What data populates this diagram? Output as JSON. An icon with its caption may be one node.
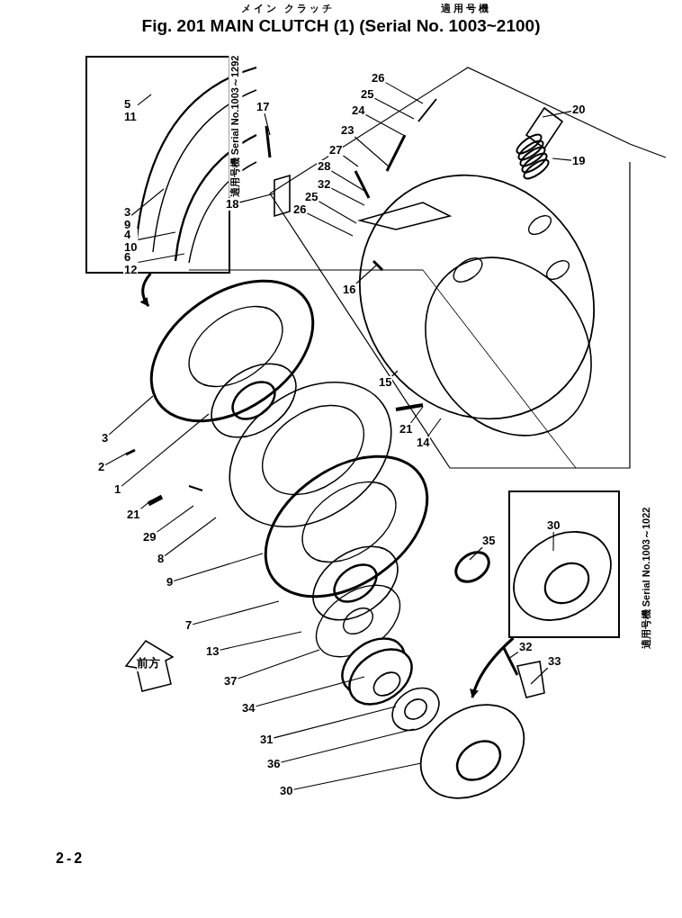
{
  "diagram": {
    "title": "Fig. 201 MAIN CLUTCH (1) (Serial No. 1003~2100)",
    "nodes": [
      {
        "text": [],
        "shape": "box"
      },
      {
        "text": [
          "5",
          "11"
        ],
        "in": 0
      },
      {
        "text": [
          "3",
          "9"
        ],
        "in": 0
      },
      {
        "text": [
          "4",
          "10"
        ],
        "in": 0
      },
      {
        "text": [
          "6",
          "12"
        ],
        "in": 0
      },
      {
        "text": [
          "17"
        ]
      },
      {
        "text": [
          "18"
        ]
      },
      {
        "text": [
          "26"
        ]
      },
      {
        "text": [
          "25"
        ]
      },
      {
        "text": [
          "24"
        ]
      },
      {
        "text": [
          "23"
        ]
      },
      {
        "text": [
          "27"
        ]
      },
      {
        "text": [
          "28"
        ]
      },
      {
        "text": [
          "32"
        ]
      },
      {
        "text": [
          "25"
        ]
      },
      {
        "text": [
          "26"
        ]
      },
      {
        "text": [
          "20"
        ]
      },
      {
        "text": [
          "19"
        ]
      },
      {
        "text": [
          "16"
        ]
      },
      {
        "text": [
          "15"
        ]
      },
      {
        "text": [
          "21"
        ]
      },
      {
        "text": [
          "14"
        ]
      },
      {
        "text": [
          "3"
        ]
      },
      {
        "text": [
          "2"
        ]
      },
      {
        "text": [
          "1"
        ]
      },
      {
        "text": [
          "21"
        ]
      },
      {
        "text": [
          "29"
        ]
      },
      {
        "text": [
          "8"
        ]
      },
      {
        "text": [
          "9"
        ]
      },
      {
        "text": [
          "7"
        ]
      },
      {
        "text": [
          "13"
        ]
      },
      {
        "text": [
          "37"
        ]
      },
      {
        "text": [
          "34"
        ]
      },
      {
        "text": [
          "31"
        ]
      },
      {
        "text": [
          "36"
        ]
      },
      {
        "text": [
          "30"
        ]
      },
      {
        "text": [
          "35"
        ]
      },
      {
        "text": [],
        "shape": "box"
      },
      {
        "text": [
          "30"
        ],
        "in": 37
      },
      {
        "text": [
          "32"
        ]
      },
      {
        "text": [
          "33"
        ]
      }
    ],
    "edges": [
      {
        "from": 1,
        "to": null,
        "arrow": "none"
      },
      {
        "from": 2,
        "to": null,
        "arrow": "none"
      },
      {
        "from": 3,
        "to": null,
        "arrow": "none"
      },
      {
        "from": 4,
        "to": null,
        "arrow": "none"
      },
      {
        "from": 5,
        "to": null,
        "arrow": "none"
      },
      {
        "from": 6,
        "to": null,
        "arrow": "none"
      },
      {
        "from": 7,
        "to": null,
        "arrow": "none"
      },
      {
        "from": 8,
        "to": null,
        "arrow": "none"
      },
      {
        "from": 9,
        "to": null,
        "arrow": "none"
      },
      {
        "from": 10,
        "to": null,
        "arrow": "none"
      },
      {
        "from": 11,
        "to": null,
        "arrow": "none"
      },
      {
        "from": 12,
        "to": null,
        "arrow": "none"
      },
      {
        "from": 13,
        "to": null,
        "arrow": "none"
      },
      {
        "from": 14,
        "to": null,
        "arrow": "none"
      },
      {
        "from": 15,
        "to": null,
        "arrow": "none"
      },
      {
        "from": 16,
        "to": null,
        "arrow": "none"
      },
      {
        "from": 17,
        "to": null,
        "arrow": "none"
      },
      {
        "from": 18,
        "to": null,
        "arrow": "none"
      },
      {
        "from": 19,
        "to": null,
        "arrow": "none"
      },
      {
        "from": 20,
        "to": null,
        "arrow": "none"
      },
      {
        "from": 21,
        "to": null,
        "arrow": "none"
      },
      {
        "from": 22,
        "to": null,
        "arrow": "none"
      },
      {
        "from": 23,
        "to": null,
        "arrow": "none"
      },
      {
        "from": 24,
        "to": null,
        "arrow": "none"
      },
      {
        "from": 25,
        "to": null,
        "arrow": "none"
      },
      {
        "from": 26,
        "to": null,
        "arrow": "none"
      },
      {
        "from": 27,
        "to": null,
        "arrow": "none"
      },
      {
        "from": 28,
        "to": null,
        "arrow": "none"
      },
      {
        "from": 29,
        "to": null,
        "arrow": "none"
      },
      {
        "from": 30,
        "to": null,
        "arrow": "none"
      },
      {
        "from": 31,
        "to": null,
        "arrow": "none"
      },
      {
        "from": 32,
        "to": null,
        "arrow": "none"
      },
      {
        "from": 33,
        "to": null,
        "arrow": "none"
      },
      {
        "from": 34,
        "to": null,
        "arrow": "none"
      },
      {
        "from": 35,
        "to": null,
        "arrow": "none"
      },
      {
        "from": 36,
        "to": null,
        "arrow": "none"
      },
      {
        "from": 38,
        "to": null,
        "arrow": "none"
      },
      {
        "from": 39,
        "to": null,
        "arrow": "none"
      },
      {
        "from": 40,
        "to": null,
        "arrow": "none"
      },
      {
        "from": 0,
        "to": null,
        "arrow": "to",
        "style": "thick"
      },
      {
        "from": 37,
        "to": null,
        "arrow": "to",
        "style": "thick"
      }
    ],
    "labels": [
      "メイン クラッチ",
      "適用号機",
      "適用号機 Serial No.1003～1292",
      "適用号機 Serial No.1003～1022",
      "前方",
      "2-2"
    ]
  }
}
